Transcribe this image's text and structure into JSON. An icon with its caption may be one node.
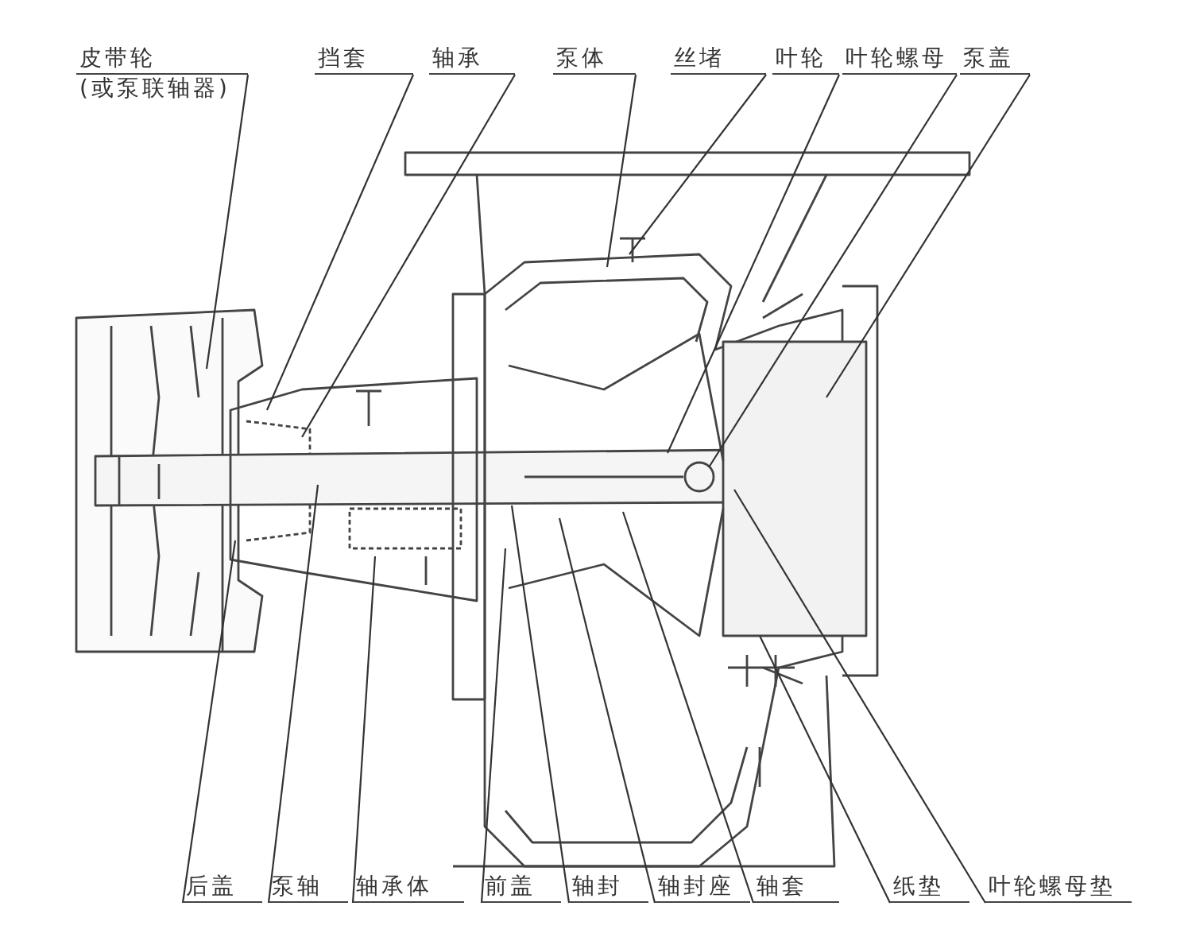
{
  "diagram": {
    "nodes": [
      {
        "text": [
          "皮带轮",
          "(或泵联轴器)"
        ]
      },
      {
        "text": [
          "挡套"
        ]
      },
      {
        "text": [
          "轴承"
        ]
      },
      {
        "text": [
          "泵体"
        ]
      },
      {
        "text": [
          "丝堵"
        ]
      },
      {
        "text": [
          "叶轮"
        ]
      },
      {
        "text": [
          "叶轮螺母"
        ]
      },
      {
        "text": [
          "泵盖"
        ]
      },
      {
        "text": [
          "后盖"
        ]
      },
      {
        "text": [
          "泵轴"
        ]
      },
      {
        "text": [
          "轴承体"
        ]
      },
      {
        "text": [
          "前盖"
        ]
      },
      {
        "text": [
          "轴封"
        ]
      },
      {
        "text": [
          "轴封座"
        ]
      },
      {
        "text": [
          "轴套"
        ]
      },
      {
        "text": [
          "纸垫"
        ]
      },
      {
        "text": [
          "叶轮螺母垫"
        ]
      }
    ],
    "edges": [
      {
        "from": 0,
        "to": null,
        "arrow": "none"
      },
      {
        "from": 1,
        "to": null,
        "arrow": "none"
      },
      {
        "from": 2,
        "to": null,
        "arrow": "none"
      },
      {
        "from": 3,
        "to": null,
        "arrow": "none"
      },
      {
        "from": 4,
        "to": null,
        "arrow": "none"
      },
      {
        "from": 5,
        "to": null,
        "arrow": "none"
      },
      {
        "from": 6,
        "to": null,
        "arrow": "none"
      },
      {
        "from": 7,
        "to": null,
        "arrow": "none"
      },
      {
        "from": 8,
        "to": null,
        "arrow": "none"
      },
      {
        "from": 9,
        "to": null,
        "arrow": "none"
      },
      {
        "from": 10,
        "to": null,
        "arrow": "none"
      },
      {
        "from": 11,
        "to": null,
        "arrow": "none"
      },
      {
        "from": 12,
        "to": null,
        "arrow": "none"
      },
      {
        "from": 13,
        "to": null,
        "arrow": "none"
      },
      {
        "from": 14,
        "to": null,
        "arrow": "none"
      },
      {
        "from": 15,
        "to": null,
        "arrow": "none"
      },
      {
        "from": 16,
        "to": null,
        "arrow": "none"
      }
    ]
  }
}
